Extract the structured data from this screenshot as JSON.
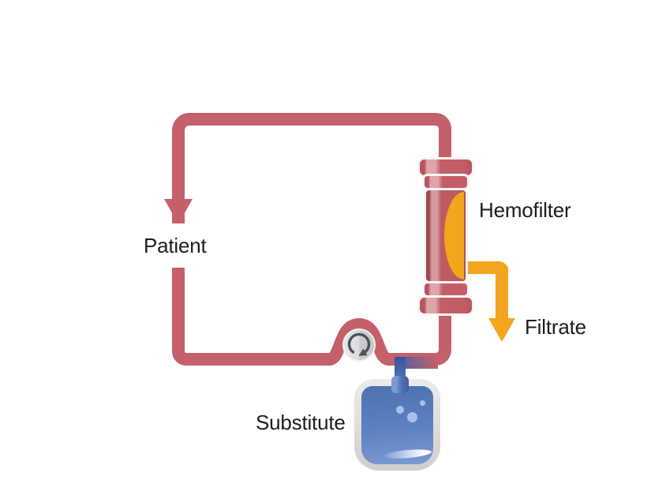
{
  "diagram": {
    "title": "hemofiltration-circuit",
    "labels": {
      "patient": "Patient",
      "hemofilter": "Hemofilter",
      "filtrate": "Filtrate",
      "substitute": "Substitute"
    },
    "colors": {
      "blood_line": "#c4606a",
      "filtrate_line": "#f2a61d",
      "substitute_line": "#4a70b4",
      "pump_body": "#d9dadb",
      "pump_arrow": "#4b5258",
      "bag_fluid": "#5d81c1",
      "bag_shell": "#dedad7",
      "label_text": "#1d1d1d",
      "background": "#ffffff"
    },
    "icons": {
      "pump": "rotation-arrow-icon",
      "patient_flow": "down-arrow-icon",
      "filtrate_flow": "down-arrow-icon"
    }
  }
}
